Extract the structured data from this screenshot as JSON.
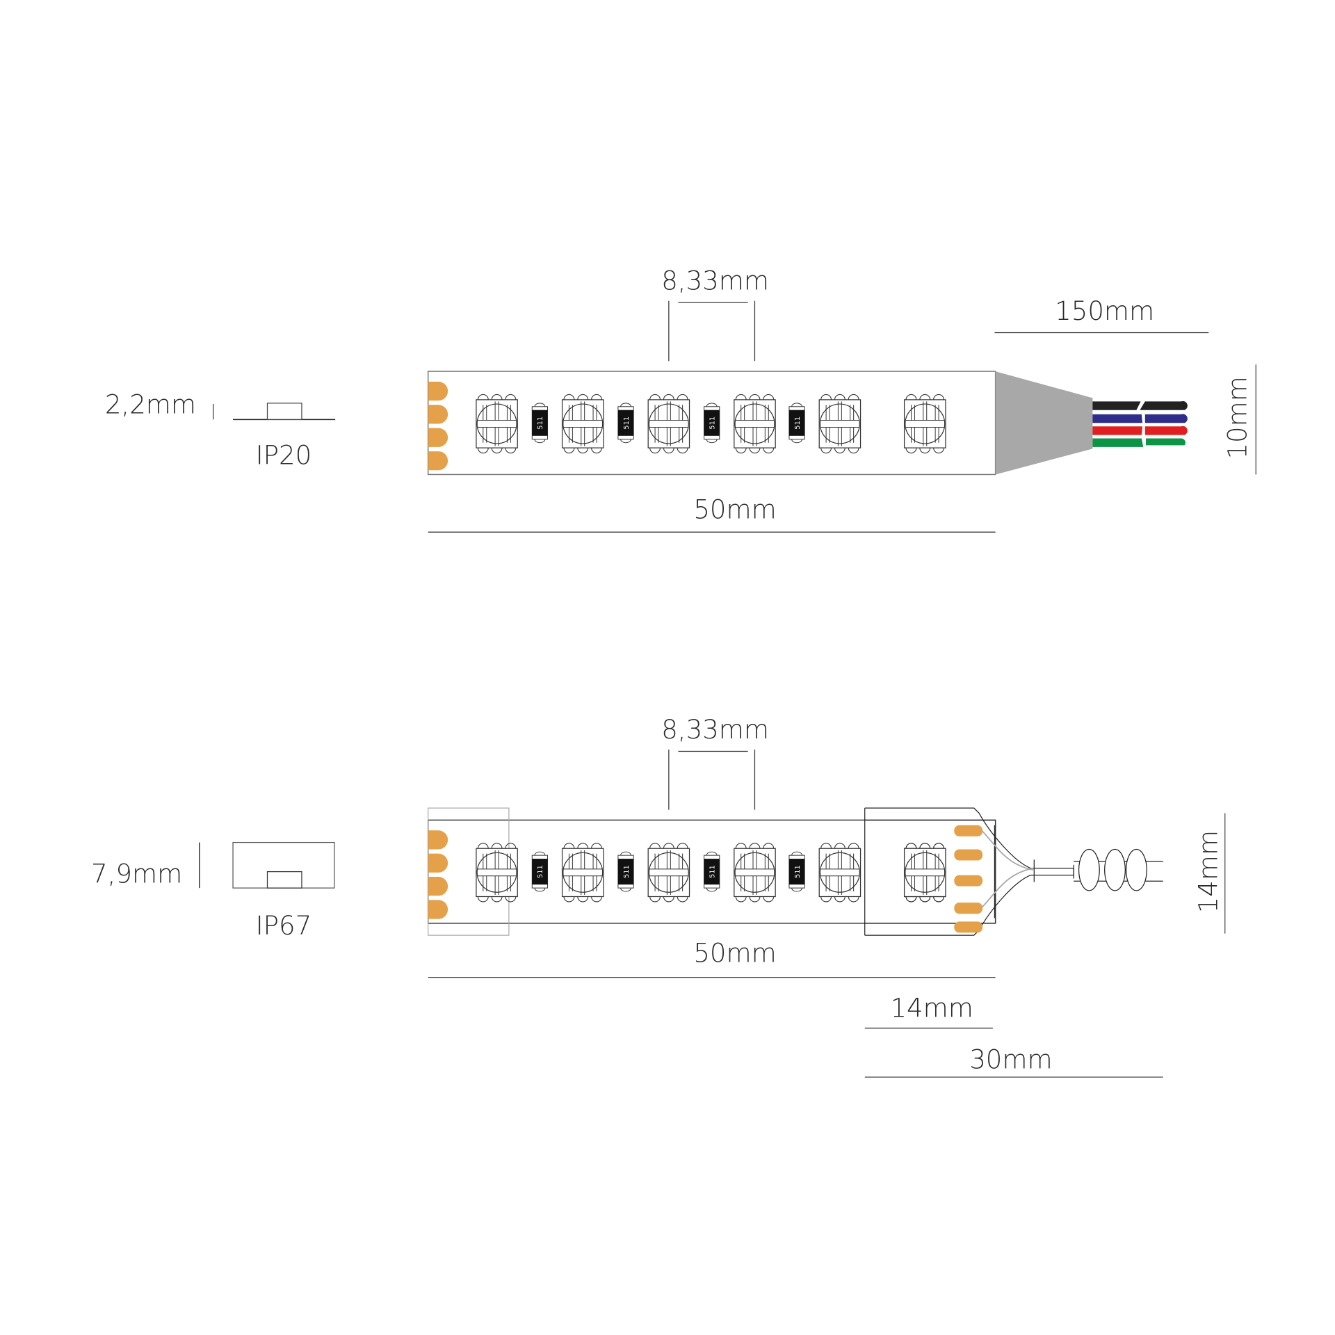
{
  "diagram": {
    "subject": "RGB LED strip dimensional drawing",
    "colors": {
      "pad": "#E5A04A",
      "outline": "#333333",
      "cap_gray": "#A8A8A8",
      "wire_black": "#222222",
      "wire_blue": "#2E2E8A",
      "wire_red": "#E02020",
      "wire_green": "#0E9447"
    },
    "ip20": {
      "label": "IP20",
      "thickness": "2,2mm",
      "pitch": "8,33mm",
      "cable_length": "150mm",
      "width": "10mm",
      "segment_length": "50mm",
      "chip_label": "511",
      "wires": [
        "black",
        "blue",
        "red",
        "green"
      ]
    },
    "ip67": {
      "label": "IP67",
      "thickness": "7,9mm",
      "pitch": "8,33mm",
      "width": "14mm",
      "segment_length": "50mm",
      "cap_length": "14mm",
      "cap_total_length": "30mm",
      "chip_label": "511"
    }
  }
}
